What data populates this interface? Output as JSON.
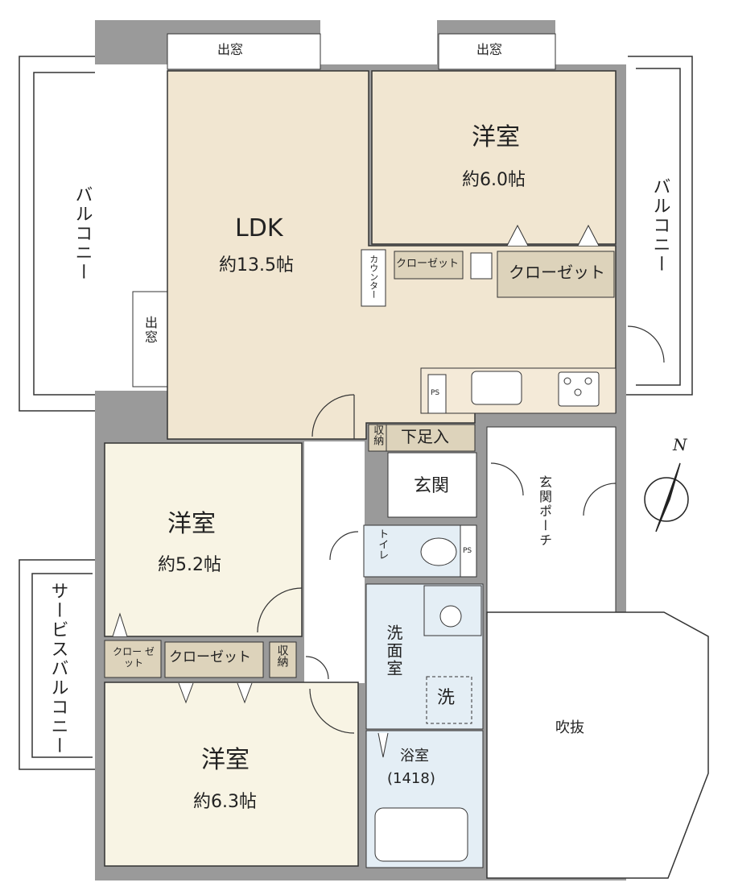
{
  "rooms": {
    "ldk": {
      "name": "LDK",
      "size": "約13.5帖"
    },
    "western_top": {
      "name": "洋室",
      "size": "約6.0帖"
    },
    "western_mid": {
      "name": "洋室",
      "size": "約5.2帖"
    },
    "western_bottom": {
      "name": "洋室",
      "size": "約6.3帖"
    },
    "entrance": "玄関",
    "entrance_porch": "玄関ポーチ",
    "shoe_storage": "下足入",
    "toilet": "トイレ",
    "washroom": "洗面室",
    "washer": "洗",
    "bathroom": "浴室",
    "bathroom_size": "(1418)",
    "atrium": "吹抜"
  },
  "storage": {
    "counter": "カウンター",
    "closet_small_top": "クローゼット",
    "closet_large_top": "クローゼット",
    "closet_left": "クロー ゼット",
    "closet_mid": "クローゼット",
    "storage_1": "収納",
    "storage_2": "収納",
    "ps_kitchen": "PS",
    "ps_toilet": "PS"
  },
  "exterior": {
    "bay_window_1": "出窓",
    "bay_window_2": "出窓",
    "bay_window_left": "出窓",
    "balcony_left": "バルコニー",
    "balcony_right": "バルコニー",
    "service_balcony": "サービスバルコニー"
  },
  "compass": {
    "label": "N"
  },
  "colors": {
    "wall": "#9a9a9a",
    "ldk": "#f1e6d1",
    "bedroom": "#f8f4e4",
    "closet": "#ddd3bb",
    "wet": "#e4eef5"
  }
}
